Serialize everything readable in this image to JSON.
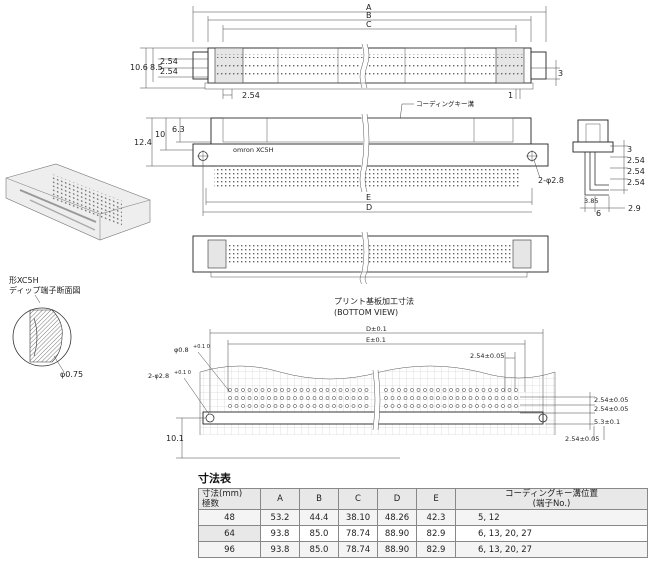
{
  "dimension_labels": {
    "A": "A",
    "B": "B",
    "C": "C",
    "D": "D",
    "top_left_stack": [
      "10.6",
      "8.5",
      "2.54",
      "2.54"
    ],
    "top_left_bottom": "2.54",
    "top_right_right": "3",
    "top_right_bottom": "1",
    "mid_left": [
      "12.4",
      "10",
      "6.3"
    ],
    "coding_key_groove": "コーディングキー溝",
    "brand": "omron XC5H",
    "hole_label": "2-φ2.8",
    "side_right": [
      "3",
      "2.54",
      "2.54",
      "2.54"
    ],
    "side_bottom": [
      "3.85",
      "6",
      "2.9"
    ]
  },
  "callout": {
    "model": "形XC5H",
    "desc": "ディップ端子断面図",
    "dia": "φ0.75"
  },
  "pcb": {
    "title_jp": "プリント基板加工寸法",
    "title_en": "(BOTTOM VIEW)",
    "d_tol": "D±0.1",
    "e_tol": "E±0.1",
    "pitch_a": "2.54±0.05",
    "hole_small": "φ0.8",
    "hole_small_tol": "+0.1 0",
    "hole_large": "2-φ2.8",
    "hole_large_tol": "+0.1 0",
    "right_stack": [
      "2.54±0.05",
      "2.54±0.05",
      "5.3±0.1"
    ],
    "right_bottom": "2.54±0.05",
    "left_height": "10.1"
  },
  "table": {
    "title": "寸法表",
    "header_first_line1": "寸法(mm)",
    "header_first_line2": "極数",
    "columns": [
      "A",
      "B",
      "C",
      "D",
      "E"
    ],
    "coding_header_line1": "コーディングキー溝位置",
    "coding_header_line2": "(端子No.)",
    "rows": [
      {
        "poles": "48",
        "A": "53.2",
        "B": "44.4",
        "C": "38.10",
        "D": "48.26",
        "E": "42.3",
        "coding": "5, 12"
      },
      {
        "poles": "64",
        "A": "93.8",
        "B": "85.0",
        "C": "78.74",
        "D": "88.90",
        "E": "82.9",
        "coding": "6, 13, 20, 27"
      },
      {
        "poles": "96",
        "A": "93.8",
        "B": "85.0",
        "C": "78.74",
        "D": "88.90",
        "E": "82.9",
        "coding": "6, 13, 20, 27"
      }
    ]
  }
}
